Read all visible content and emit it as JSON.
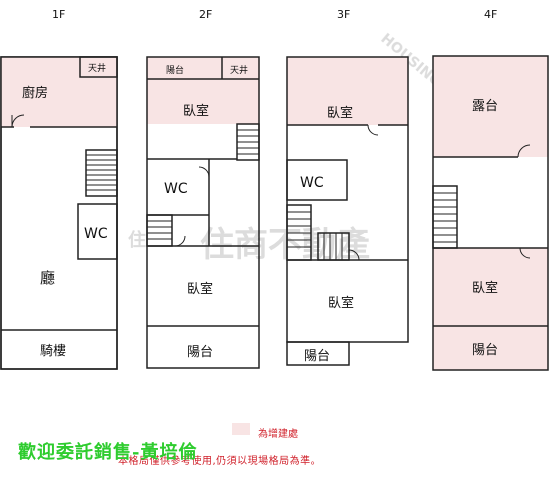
{
  "floors": {
    "f1": {
      "label": "1F",
      "rooms": {
        "kitchen": "廚房",
        "skylight": "天井",
        "wc": "WC",
        "hall": "廳",
        "arcade": "騎樓"
      }
    },
    "f2": {
      "label": "2F",
      "rooms": {
        "balcony_top": "陽台",
        "skylight": "天井",
        "bedroom_front": "臥室",
        "wc": "WC",
        "bedroom_rear": "臥室",
        "balcony_bottom": "陽台"
      }
    },
    "f3": {
      "label": "3F",
      "rooms": {
        "bedroom_front": "臥室",
        "wc": "WC",
        "bedroom_rear": "臥室",
        "balcony": "陽台"
      }
    },
    "f4": {
      "label": "4F",
      "rooms": {
        "terrace": "露台",
        "bedroom": "臥室",
        "balcony": "陽台"
      }
    }
  },
  "legend": {
    "text": "為增建處"
  },
  "note": {
    "text": "本格局僅供參考使用,仍須以現場格局為準。"
  },
  "agent_text": "歡迎委託銷售-黃培倫",
  "watermark": {
    "main": "住商不動產",
    "english": "HOUSING & BUSINESS"
  },
  "colors": {
    "addition": "#f8e4e4",
    "wall": "#222222",
    "legend": "#d0202a",
    "agent": "#2ecc2e"
  }
}
